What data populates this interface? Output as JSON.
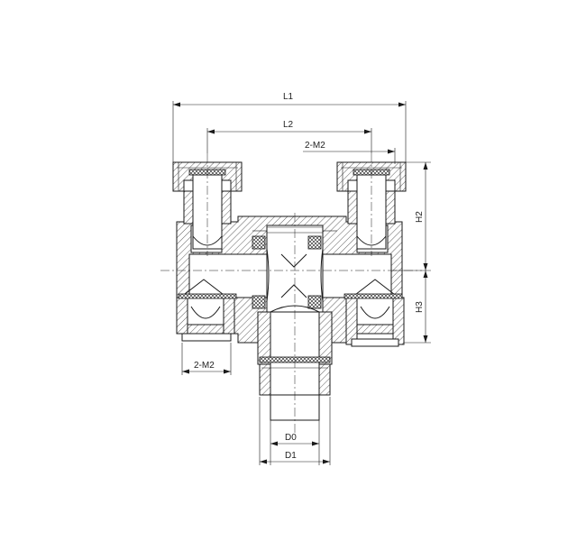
{
  "drawing": {
    "dimensions": {
      "l1": "L1",
      "l2": "L2",
      "m2_top": "2-M2",
      "m2_left": "2-M2",
      "h2": "H2",
      "h3": "H3",
      "d0": "D0",
      "d1": "D1"
    }
  }
}
